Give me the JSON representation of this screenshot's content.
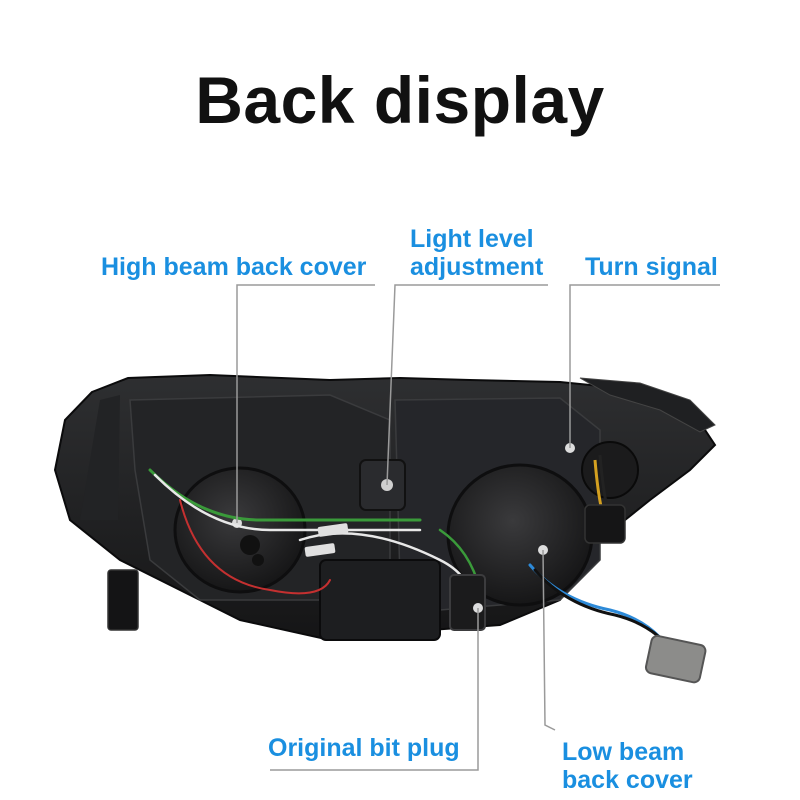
{
  "title": "Back display",
  "labels": {
    "high_beam": "High beam back cover",
    "light_level": [
      "Light level",
      "adjustment"
    ],
    "turn_signal": "Turn signal",
    "original_plug": "Original bit plug",
    "low_beam": [
      "Low beam",
      "back cover"
    ]
  },
  "colors": {
    "label": "#1a8fe0",
    "leader_line": "#9a9a9a",
    "title": "#111111"
  }
}
